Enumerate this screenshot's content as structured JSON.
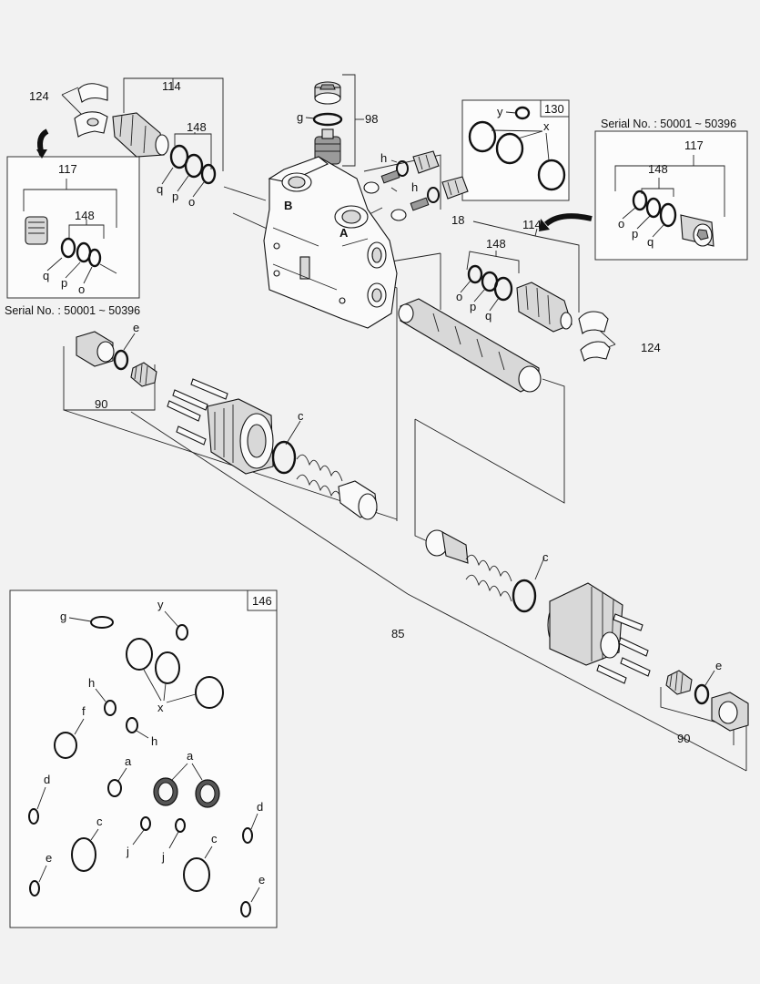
{
  "callouts": {
    "c124_top": "124",
    "c114_top": "114",
    "c148_top": "148",
    "c117_left": "117",
    "c148_left": "148",
    "serial_left": "Serial No. : 50001 ~ 50396",
    "c98": "98",
    "g_top": "g",
    "h_upper": "h",
    "h_lower": "h",
    "c18": "18",
    "c130": "130",
    "y_130": "y",
    "x_130": "x",
    "serial_right": "Serial No. : 50001 ~ 50396",
    "c117_right": "117",
    "c148_right": "148",
    "c114_right": "114",
    "c148_mid": "148",
    "c124_right": "124",
    "e_left": "e",
    "c90_left": "90",
    "c_left": "c",
    "c_right": "c",
    "c85": "85",
    "e_right": "e",
    "c90_right": "90",
    "c146": "146"
  },
  "ring_letters": {
    "q_top": "q",
    "p_top": "p",
    "o_top": "o",
    "q_left": "q",
    "p_left": "p",
    "o_left": "o",
    "o_right": "o",
    "p_right": "p",
    "q_right": "q",
    "o_mid": "o",
    "p_mid": "p",
    "q_mid": "q"
  },
  "body_letters": {
    "b": "B",
    "a": "A"
  },
  "kit": {
    "g": "g",
    "y": "y",
    "x": "x",
    "h1": "h",
    "h2": "h",
    "f": "f",
    "a1": "a",
    "a2": "a",
    "d1": "d",
    "d2": "d",
    "c1": "c",
    "c2": "c",
    "j1": "j",
    "j2": "j",
    "e1": "e",
    "e2": "e"
  }
}
